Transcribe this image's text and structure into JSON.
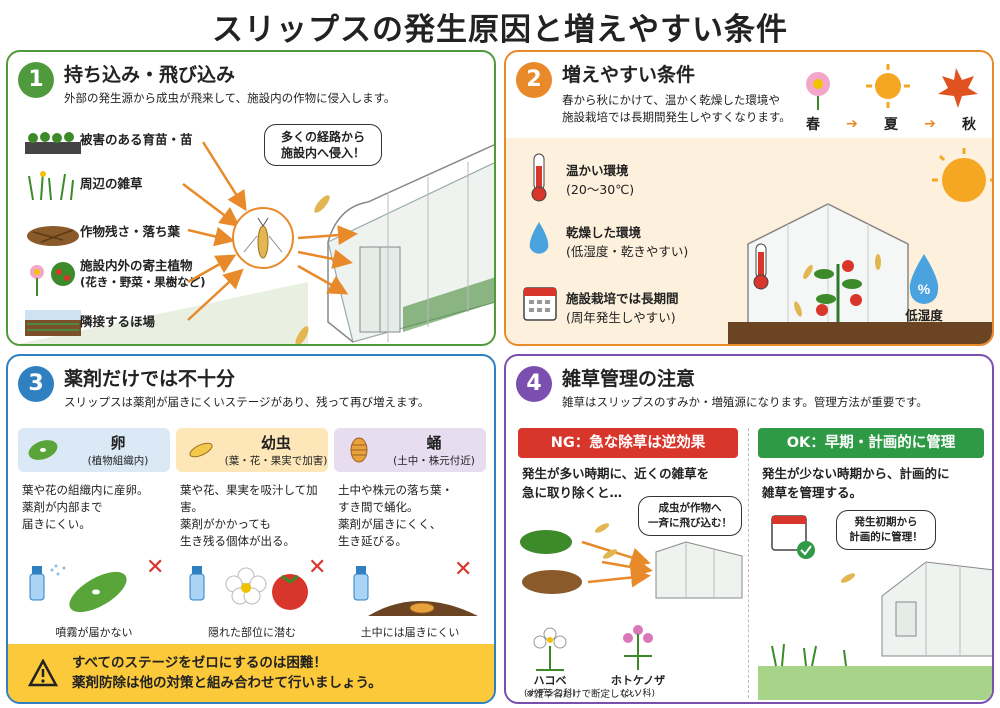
{
  "title": "スリップスの発生原因と増えやすい条件",
  "colors": {
    "green": "#4f9a3d",
    "orange": "#e88a2a",
    "blue": "#2f7fc1",
    "purple": "#7a4fb0",
    "ng_red": "#d9362b",
    "ok_green": "#2e9a45",
    "warning": "#fbc93a"
  },
  "panel1": {
    "number": "1",
    "heading": "持ち込み・飛び込み",
    "desc": "外部の発生源から成虫が飛来して、施設内の作物に侵入します。",
    "sources": [
      {
        "label": "被害のある育苗・苗",
        "icon": "seedling-tray-icon"
      },
      {
        "label": "周辺の雑草",
        "icon": "weeds-icon"
      },
      {
        "label": "作物残さ・落ち葉",
        "icon": "crop-residue-icon"
      },
      {
        "label": "施設内外の寄主植物",
        "sub": "(花き・野菜・果樹など)",
        "icon": "host-plants-icon"
      },
      {
        "label": "隣接するほ場",
        "icon": "field-icon"
      }
    ],
    "bubble_line1": "多くの経路から",
    "bubble_line2": "施設内へ侵入！"
  },
  "panel2": {
    "number": "2",
    "heading": "増えやすい条件",
    "desc_line1": "春から秋にかけて、温かく乾燥した環境や",
    "desc_line2": "施設栽培では長期間発生しやすくなります。",
    "seasons": [
      "春",
      "夏",
      "秋"
    ],
    "conditions": [
      {
        "line1": "温かい環境",
        "line2": "(20〜30℃)",
        "icon": "thermometer-icon"
      },
      {
        "line1": "乾燥した環境",
        "line2": "(低湿度・乾きやすい)",
        "icon": "water-drop-icon"
      },
      {
        "line1": "施設栽培では長期間",
        "line2": "(周年発生しやすい)",
        "icon": "calendar-icon"
      }
    ],
    "humidity_symbol": "%",
    "humidity_label": "低湿度"
  },
  "panel3": {
    "number": "3",
    "heading": "薬剤だけでは不十分",
    "desc": "スリップスは薬剤が届きにくいステージがあり、残って再び増えます。",
    "stages": [
      {
        "name": "卵",
        "sub": "(植物組織内)",
        "line1": "葉や花の組織内に産卵。",
        "line2": "薬剤が内部まで",
        "line3": "届きにくい。",
        "caption": "噴霧が届かない",
        "icon": "leaf-egg-icon",
        "color": "#dbe9f6"
      },
      {
        "name": "幼虫",
        "sub": "(葉・花・果実で加害)",
        "line1": "葉や花、果実を吸汁して加害。",
        "line2": "薬剤がかかっても",
        "line3": "生き残る個体が出る。",
        "caption": "隠れた部位に潜む",
        "icon": "larva-icon",
        "color": "#fde7b8"
      },
      {
        "name": "蛹",
        "sub": "(土中・株元付近)",
        "line1": "土中や株元の落ち葉・",
        "line2": "すき間で蛹化。",
        "line3": "薬剤が届きにくく、",
        "line4": "生き延びる。",
        "caption": "土中には届きにくい",
        "icon": "pupa-icon",
        "color": "#e7dcf0"
      }
    ],
    "warn_line1": "すべてのステージをゼロにするのは困難！",
    "warn_line2": "薬剤防除は他の対策と組み合わせて行いましょう。"
  },
  "panel4": {
    "number": "4",
    "heading": "雑草管理の注意",
    "desc": "雑草はスリップスのすみか・増殖源になります。管理方法が重要です。",
    "ng": {
      "header": "NG：急な除草は逆効果",
      "line1": "発生が多い時期に、近くの雑草を",
      "line2": "急に取り除くと…",
      "bubble1": "成虫が作物へ",
      "bubble2": "一斉に飛び込む！"
    },
    "ok": {
      "header": "OK：早期・計画的に管理",
      "line1": "発生が少ない時期から、計画的に",
      "line2": "雑草を管理する。",
      "bubble1": "発生初期から",
      "bubble2": "計画的に管理！"
    },
    "weeds": [
      {
        "name": "ハコベ",
        "family": "(ナデシコ科)"
      },
      {
        "name": "ホトケノザ",
        "family": "(シソ科)"
      }
    ],
    "note": "※雑草名だけで断定しない"
  }
}
